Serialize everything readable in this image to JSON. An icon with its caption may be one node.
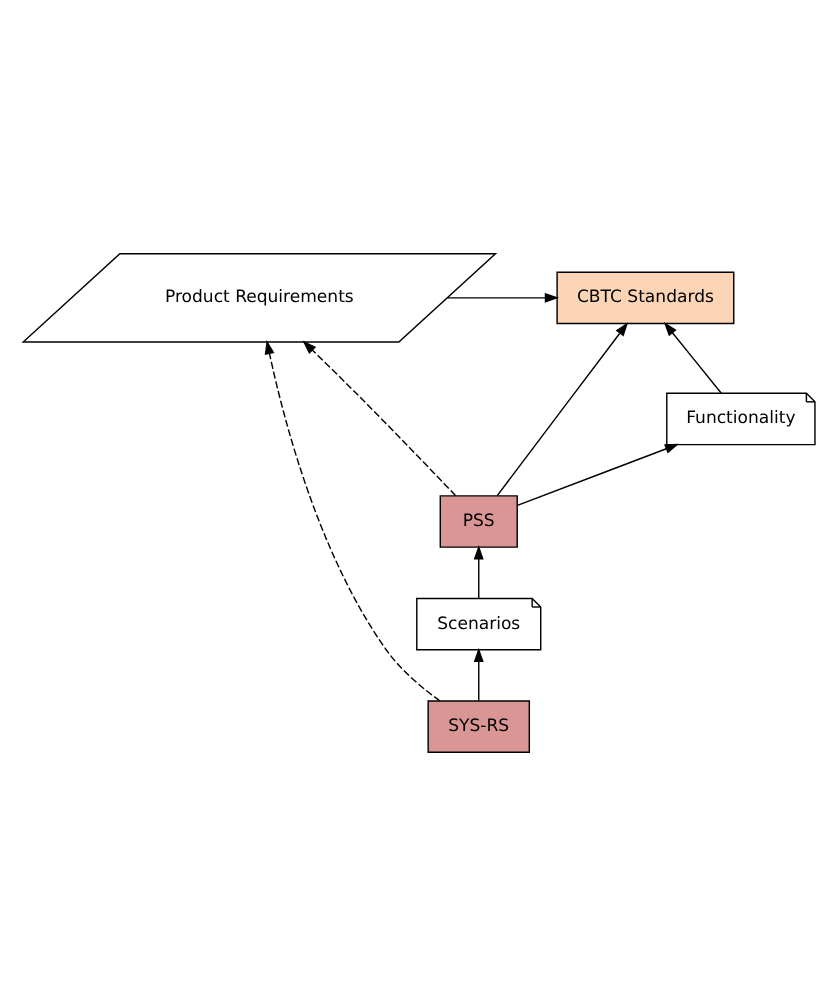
{
  "diagram": {
    "nodes": [
      {
        "text": [
          "CBTC Standards"
        ]
      },
      {
        "text": [
          "Product Requirements"
        ]
      },
      {
        "text": [
          "Functionality"
        ]
      },
      {
        "text": [
          "PSS"
        ]
      },
      {
        "text": [
          "Scenarios"
        ]
      },
      {
        "text": [
          "SYS-RS"
        ]
      }
    ],
    "edges": [
      {
        "from": 2,
        "to": 0,
        "arrow": "to"
      },
      {
        "from": 3,
        "to": 2,
        "arrow": "to"
      },
      {
        "from": 3,
        "to": 0,
        "arrow": "to"
      },
      {
        "from": 1,
        "to": 0,
        "arrow": "to"
      },
      {
        "from": 3,
        "to": 1,
        "arrow": "to",
        "style": "dashed"
      },
      {
        "from": 4,
        "to": 3,
        "arrow": "to"
      },
      {
        "from": 5,
        "to": 4,
        "arrow": "to"
      },
      {
        "from": 5,
        "to": 1,
        "arrow": "to",
        "style": "dashed"
      }
    ]
  }
}
